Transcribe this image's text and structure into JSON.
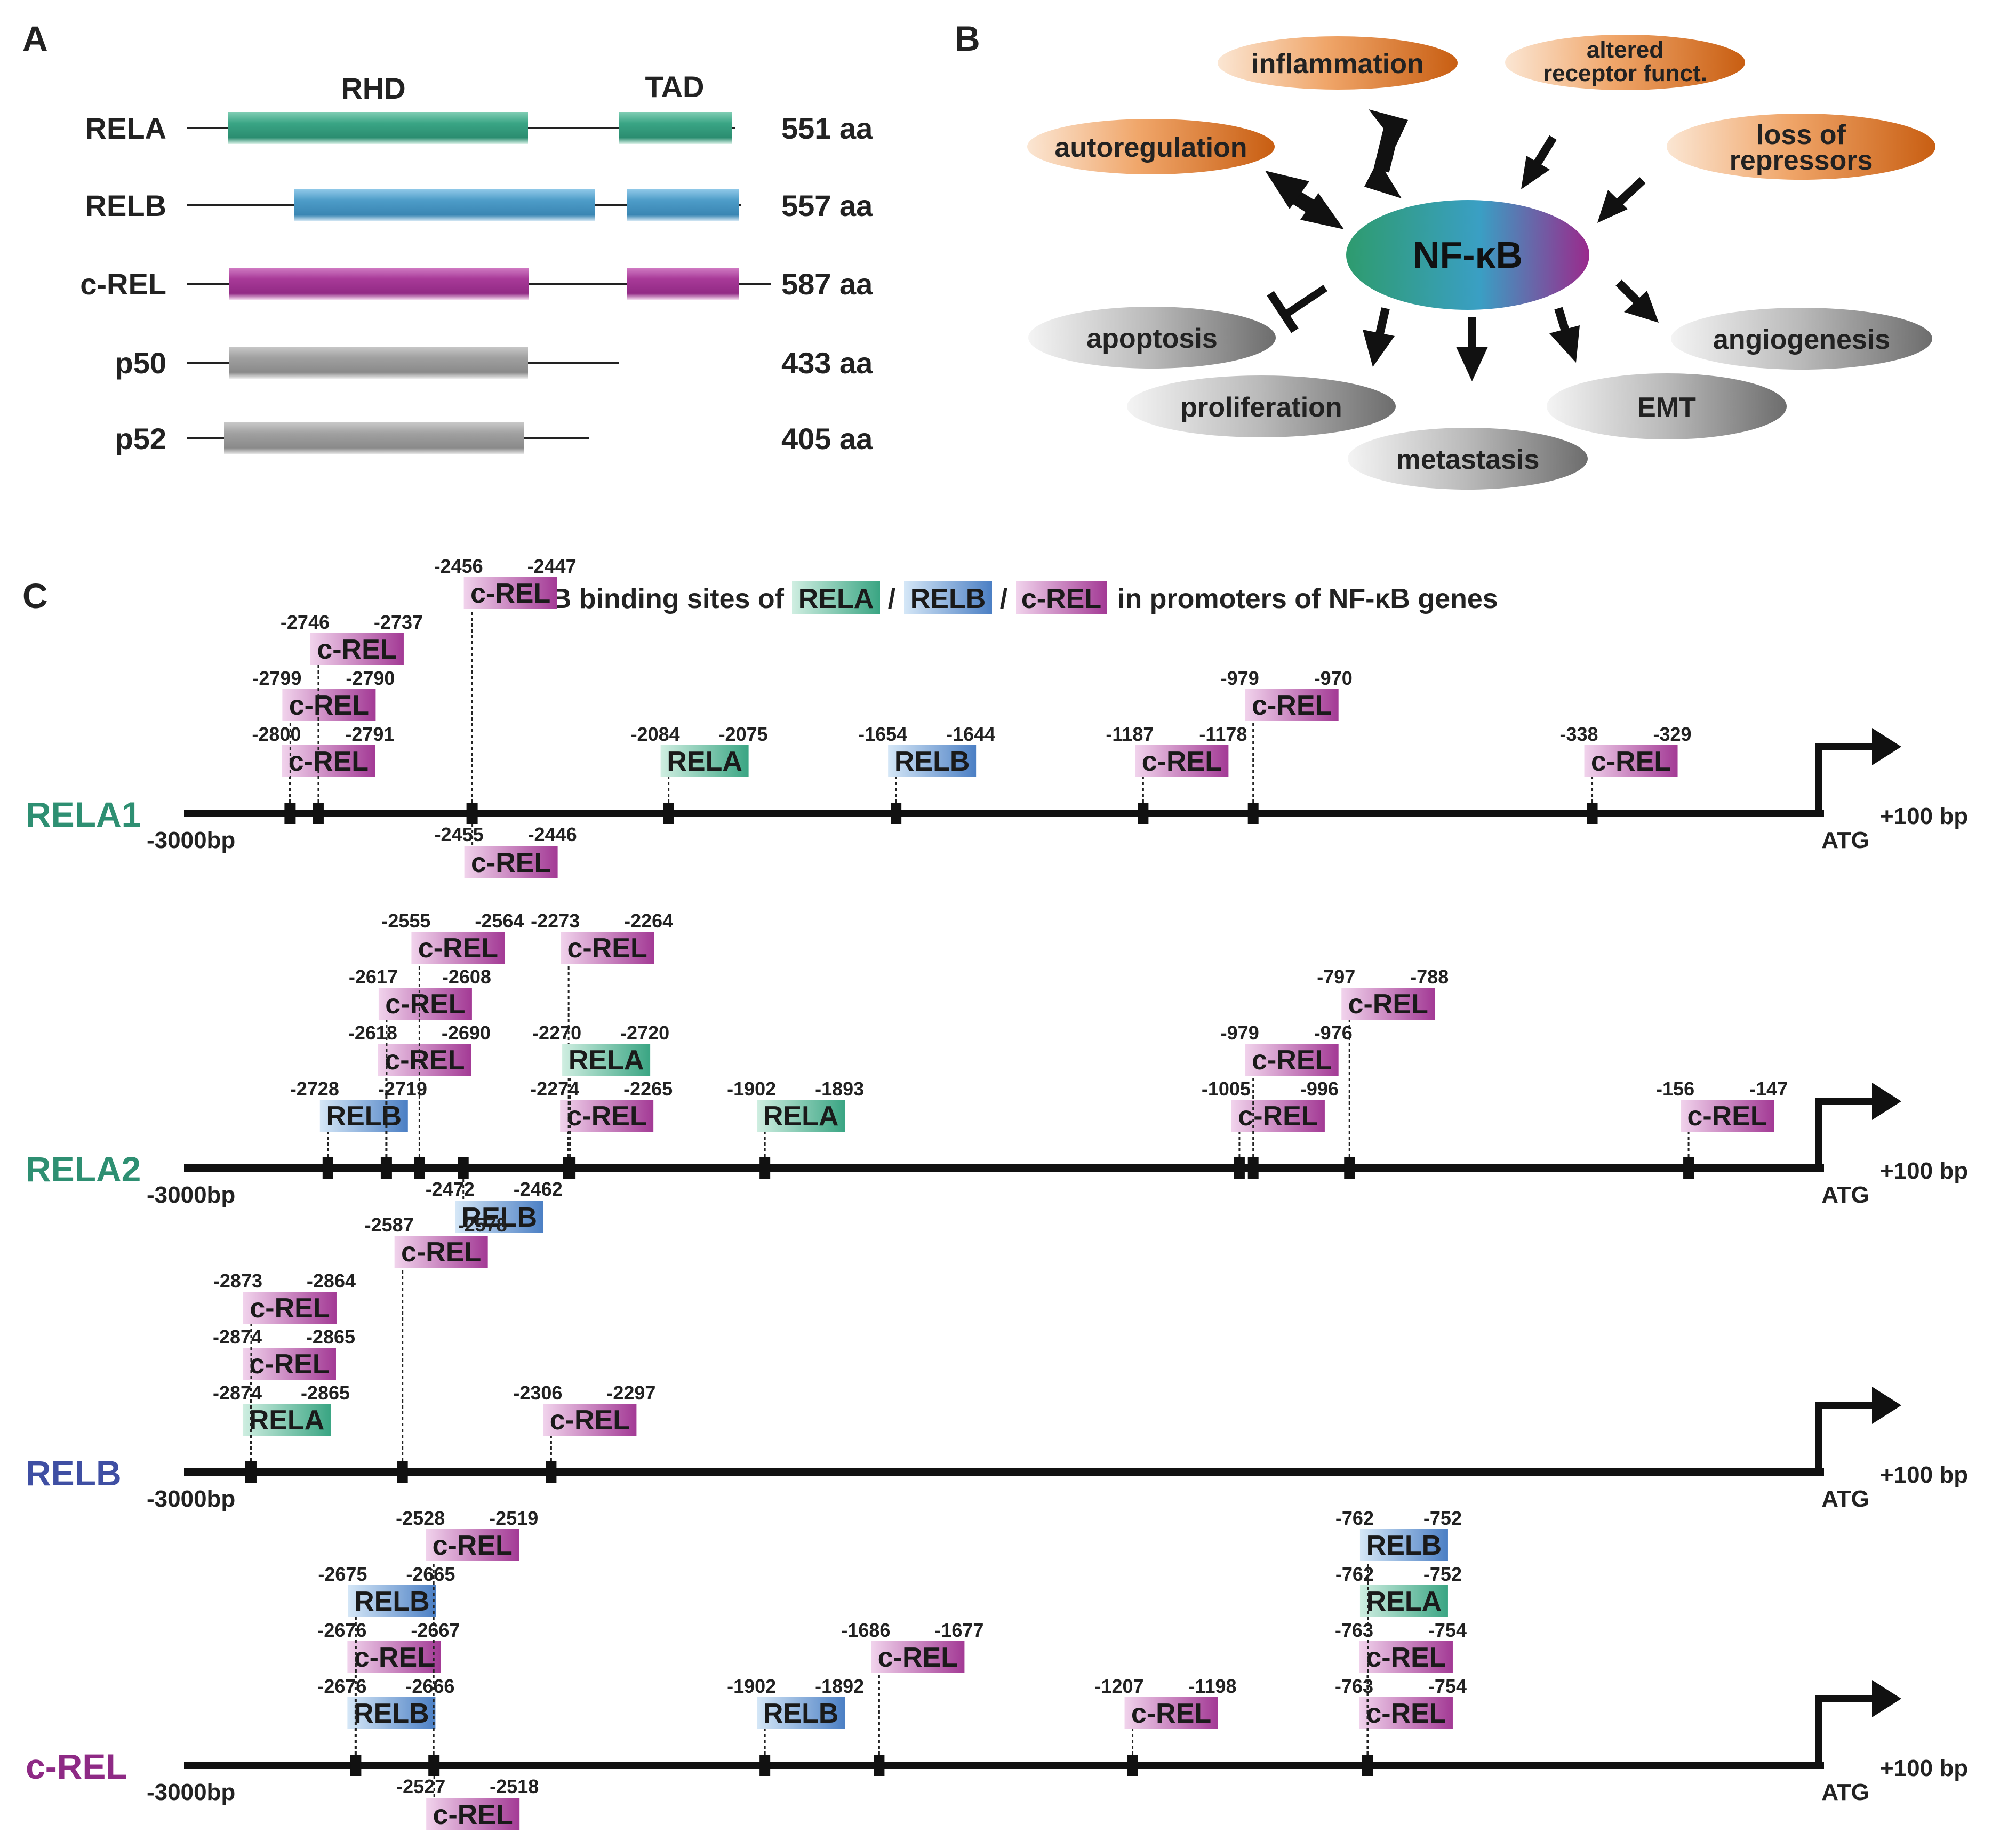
{
  "panel_labels": {
    "a": "A",
    "b": "B",
    "c": "C"
  },
  "colors": {
    "rela": "#2e9b7a",
    "relb": "#3f87b8",
    "crel": "#9a2a8c",
    "gray": "#8e8e8e",
    "rela_text": "#2e8f72",
    "relb_text": "#3f4fa3",
    "crel_text": "#8e2a85",
    "orange": "#d36a1e",
    "ellipse_gray": "#707070"
  },
  "panel_a": {
    "domain_labels": {
      "rhd": "RHD",
      "tad": "TAD"
    },
    "proteins": [
      {
        "name": "RELA",
        "length": "551 aa",
        "color": "rela"
      },
      {
        "name": "RELB",
        "length": "557 aa",
        "color": "relb"
      },
      {
        "name": "c-REL",
        "length": "587 aa",
        "color": "crel"
      },
      {
        "name": "p50",
        "length": "433 aa",
        "color": "gray"
      },
      {
        "name": "p52",
        "length": "405 aa",
        "color": "gray"
      }
    ]
  },
  "panel_b": {
    "center": "NF-κB",
    "inputs": [
      {
        "label": "inflammation",
        "lines": [
          "inflammation"
        ],
        "relation": "bidirectional"
      },
      {
        "label": "altered receptor funct.",
        "lines": [
          "altered",
          "receptor funct."
        ],
        "relation": "input"
      },
      {
        "label": "autoregulation",
        "lines": [
          "autoregulation"
        ],
        "relation": "bidirectional"
      },
      {
        "label": "loss of repressors",
        "lines": [
          "loss of",
          "repressors"
        ],
        "relation": "input"
      }
    ],
    "outputs": [
      {
        "label": "apoptosis",
        "relation": "inhibits"
      },
      {
        "label": "proliferation",
        "relation": "promotes"
      },
      {
        "label": "metastasis",
        "relation": "promotes"
      },
      {
        "label": "EMT",
        "relation": "promotes"
      },
      {
        "label": "angiogenesis",
        "relation": "promotes"
      }
    ]
  },
  "panel_c": {
    "title_parts": {
      "prefix": "κB binding sites of",
      "rela": "RELA",
      "sep": "/",
      "relb": "RELB",
      "crel": "c-REL",
      "suffix": "in promoters of NF-κB genes"
    },
    "start_label": "-3000bp",
    "end_label": "+100 bp",
    "atg_label": "ATG",
    "genes": [
      {
        "name": "RELA1",
        "color": "rela_text",
        "sites": [
          {
            "factor": "c-REL",
            "start": -2799,
            "end": -2790
          },
          {
            "factor": "c-REL",
            "start": -2800,
            "end": -2791
          },
          {
            "factor": "c-REL",
            "start": -2746,
            "end": -2737
          },
          {
            "factor": "RELB",
            "start": -1654,
            "end": -1644
          },
          {
            "factor": "c-REL",
            "start": -2456,
            "end": -2447
          },
          {
            "factor": "c-REL",
            "start": -2455,
            "end": -2446
          },
          {
            "factor": "RELA",
            "start": -2084,
            "end": -2075
          },
          {
            "factor": "c-REL",
            "start": -1187,
            "end": -1178
          },
          {
            "factor": "c-REL",
            "start": -979,
            "end": -970
          },
          {
            "factor": "c-REL",
            "start": -338,
            "end": -329
          }
        ]
      },
      {
        "name": "RELA2",
        "color": "rela_text",
        "sites": [
          {
            "factor": "RELA",
            "start": -2270,
            "end": -2720
          },
          {
            "factor": "RELB",
            "start": -2728,
            "end": -2719
          },
          {
            "factor": "c-REL",
            "start": -2618,
            "end": -2690
          },
          {
            "factor": "c-REL",
            "start": -2617,
            "end": -2608
          },
          {
            "factor": "c-REL",
            "start": -2555,
            "end": -2564
          },
          {
            "factor": "RELB",
            "start": -2472,
            "end": -2462
          },
          {
            "factor": "c-REL",
            "start": -2273,
            "end": -2264
          },
          {
            "factor": "c-REL",
            "start": -2274,
            "end": -2265
          },
          {
            "factor": "RELA",
            "start": -1902,
            "end": -1893
          },
          {
            "factor": "c-REL",
            "start": -1005,
            "end": -996
          },
          {
            "factor": "c-REL",
            "start": -797,
            "end": -788
          },
          {
            "factor": "c-REL",
            "start": -979,
            "end": -976
          },
          {
            "factor": "c-REL",
            "start": -156,
            "end": -147
          }
        ]
      },
      {
        "name": "RELB",
        "color": "relb_text",
        "sites": [
          {
            "factor": "RELA",
            "start": -2874,
            "end": -2865
          },
          {
            "factor": "c-REL",
            "start": -2874,
            "end": -2865
          },
          {
            "factor": "c-REL",
            "start": -2873,
            "end": -2864
          },
          {
            "factor": "c-REL",
            "start": -2587,
            "end": -2578
          },
          {
            "factor": "c-REL",
            "start": -2306,
            "end": -2297
          }
        ]
      },
      {
        "name": "c-REL",
        "color": "crel_text",
        "sites": [
          {
            "factor": "RELB",
            "start": -2676,
            "end": -2666
          },
          {
            "factor": "RELB",
            "start": -2675,
            "end": -2665
          },
          {
            "factor": "c-REL",
            "start": -2676,
            "end": -2667
          },
          {
            "factor": "c-REL",
            "start": -2528,
            "end": -2519
          },
          {
            "factor": "c-REL",
            "start": -2527,
            "end": -2518
          },
          {
            "factor": "RELB",
            "start": -1902,
            "end": -1892
          },
          {
            "factor": "c-REL",
            "start": -1686,
            "end": -1677
          },
          {
            "factor": "c-REL",
            "start": -1207,
            "end": -1198
          },
          {
            "factor": "RELA",
            "start": -762,
            "end": -752
          },
          {
            "factor": "RELB",
            "start": -762,
            "end": -752
          },
          {
            "factor": "c-REL",
            "start": -763,
            "end": -754
          },
          {
            "factor": "c-REL",
            "start": -763,
            "end": -754
          }
        ]
      }
    ]
  }
}
